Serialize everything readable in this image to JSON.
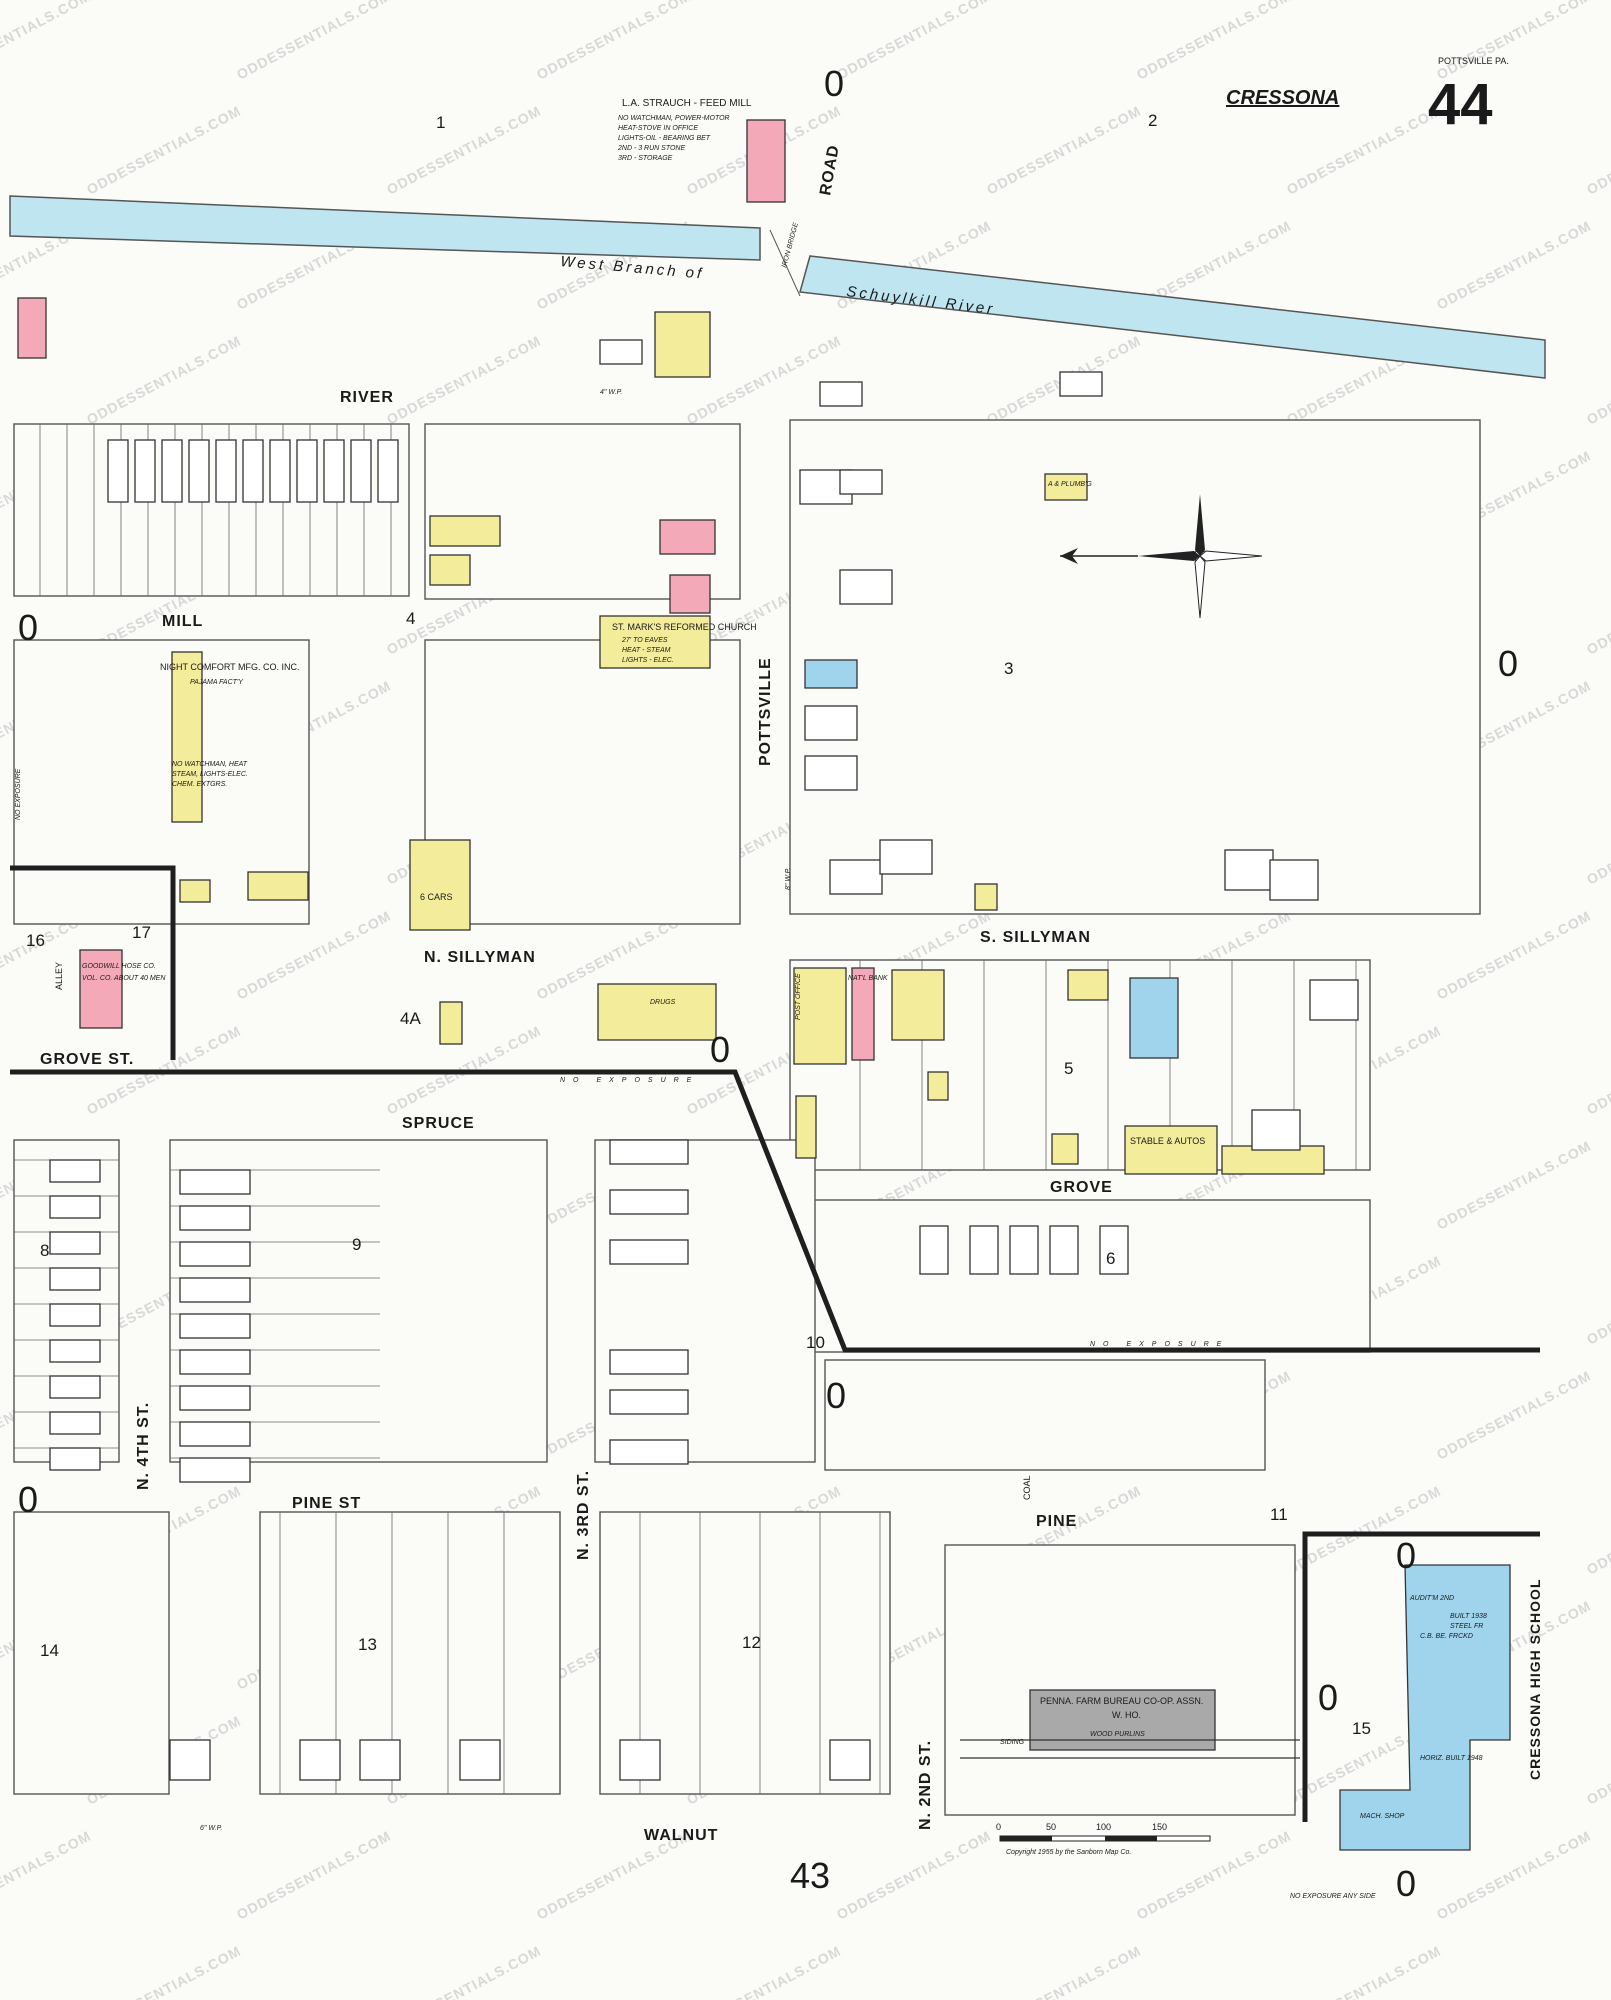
{
  "map": {
    "town": "CRESSONA",
    "county_note": "POTTSVILLE PA.",
    "sheet_number": "44",
    "adjoining_sheet": "43",
    "copyright": "Copyright 1955 by the Sanborn Map Co.",
    "scale_ticks": [
      "0",
      "50",
      "100",
      "150"
    ],
    "watermark": "ODDESSENTIALS.COM",
    "colors": {
      "frame": "#f3ec9a",
      "brick": "#f4a9b8",
      "fireproof": "#9fd4ec",
      "river": "#bfe6f0",
      "boundary": "#1f1f1f"
    }
  },
  "river": {
    "label_west": "West Branch of",
    "label_east": "Schuylkill River",
    "bridge_label": "IRON BRIDGE"
  },
  "streets": {
    "river": "RIVER",
    "mill": "MILL",
    "n_sillyman": "N. SILLYMAN",
    "s_sillyman": "S. SILLYMAN",
    "grove_st": "GROVE ST.",
    "spruce": "SPRUCE",
    "grove": "GROVE",
    "pine_st": "PINE ST",
    "pine": "PINE",
    "walnut": "WALNUT",
    "n4th": "N. 4TH ST.",
    "n3rd": "N. 3RD ST.",
    "n2nd": "N. 2ND ST.",
    "road": "ROAD",
    "pottsville": "POTTSVILLE",
    "alley": "ALLEY",
    "coal": "COAL"
  },
  "blocks": [
    "1",
    "2",
    "3",
    "4",
    "4A",
    "5",
    "6",
    "8",
    "9",
    "10",
    "11",
    "12",
    "13",
    "14",
    "15",
    "16",
    "17"
  ],
  "zero_markers": [
    "0"
  ],
  "buildings": {
    "feed_mill": {
      "name": "L.A. STRAUCH - FEED MILL",
      "notes": [
        "NO WATCHMAN, POWER-MOTOR",
        "HEAT-STOVE IN OFFICE",
        "LIGHTS-OIL - BEARING BET",
        "2ND - 3 RUN STONE",
        "3RD - STORAGE"
      ]
    },
    "church": {
      "name": "ST. MARK'S REFORMED CHURCH",
      "notes": [
        "27' TO EAVES",
        "HEAT - STEAM",
        "LIGHTS - ELEC."
      ]
    },
    "knitting": {
      "name": "NIGHT COMFORT MFG. CO. INC.",
      "sub": "PAJAMA FACT'Y",
      "notes": [
        "NO WATCHMAN, HEAT",
        "STEAM, LIGHTS-ELEC.",
        "CHEM. EXTGRS."
      ]
    },
    "hose": {
      "name": "GOODWILL HOSE CO.",
      "note": "VOL. CO. ABOUT 40 MEN"
    },
    "farm_bureau": {
      "name": "PENNA. FARM BUREAU CO-OP. ASSN.",
      "sub": "W. HO.",
      "note": "WOOD PURLINS"
    },
    "high_school": {
      "name": "CRESSONA HIGH SCHOOL",
      "auditorium": "AUDIT'M 2ND",
      "notes": [
        "BUILT 1938",
        "STEEL FR",
        "C.B. BE. FRCKD"
      ],
      "annex": "HORIZ. BUILT 1948",
      "shop": "MACH. SHOP"
    },
    "drugs": "DRUGS",
    "post_office": "POST OFFICE",
    "bank": "NAT'L BANK",
    "plumbing": "A & PLUMB'G",
    "stable": "STABLE & AUTOS",
    "cars": "6 CARS",
    "siding": "SIDING"
  },
  "notes": {
    "no_exposure": "NO EXPOSURE",
    "no_exposure_side": "NO EXPOSURE ANY SIDE",
    "four_inch_wp": "4\" W.P.",
    "six_inch_wp": "6\" W.P.",
    "eight_inch_wp": "8\" W.P."
  }
}
